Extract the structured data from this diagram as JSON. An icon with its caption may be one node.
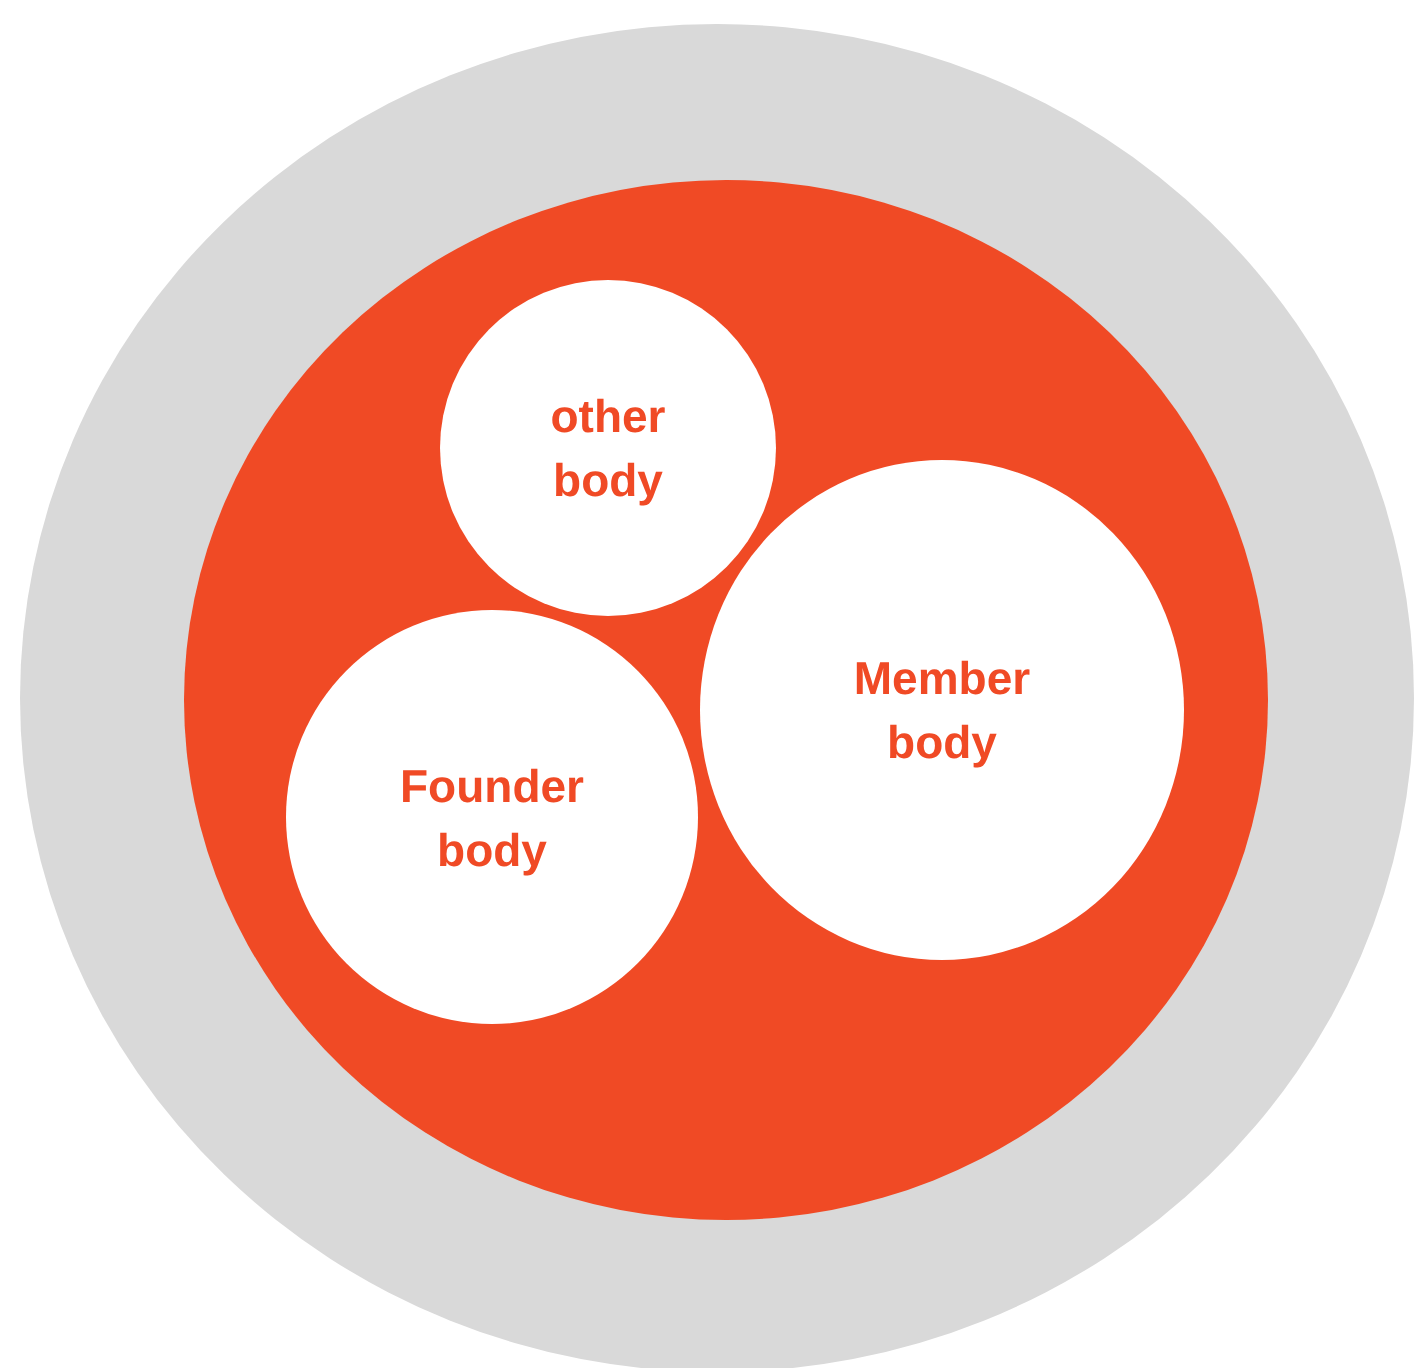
{
  "diagram": {
    "nodes": [
      {
        "text": [],
        "shape": "circle"
      },
      {
        "text": [],
        "shape": "circle",
        "in": 0
      },
      {
        "text": [
          "other body"
        ],
        "in": 1
      },
      {
        "text": [
          "Member body"
        ],
        "in": 1
      },
      {
        "text": [
          "Founder body"
        ],
        "in": 1
      }
    ]
  }
}
